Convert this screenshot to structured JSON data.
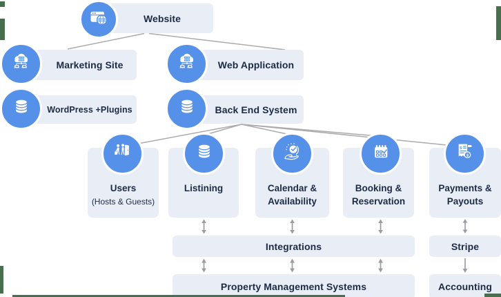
{
  "colors": {
    "circle_blue": "#5691E9",
    "box_fill": "#E9EDF5",
    "label_text": "#1B2B45",
    "connector_line": "#ABABAB",
    "arrow": "#9C9CA4",
    "edge_artifact_green": "#476F4E"
  },
  "nodes": {
    "website": {
      "label": "Website",
      "icon": "browser-globe-icon"
    },
    "marketing_site": {
      "label": "Marketing Site",
      "icon": "cloud-server-icon"
    },
    "web_application": {
      "label": "Web Application",
      "icon": "cloud-server-icon"
    },
    "wordpress_plugins": {
      "label": "WordPress +Plugins",
      "icon": "database-icon"
    },
    "back_end_system": {
      "label": "Back End System",
      "icon": "database-icon"
    },
    "users": {
      "label": "Users",
      "sublabel": "(Hosts & Guests)",
      "icon": "travelers-door-icon"
    },
    "listining": {
      "label": "Listining",
      "icon": "database-icon"
    },
    "calendar_availability": {
      "label": "Calendar & Availability",
      "icon": "hand-clock-check-icon"
    },
    "booking_reservation": {
      "label": "Booking & Reservation",
      "icon": "calendar-check-icon"
    },
    "payments_payouts": {
      "label": "Payments & Payouts",
      "icon": "receipt-dollar-icon"
    },
    "integrations": {
      "label": "Integrations"
    },
    "stripe": {
      "label": "Stripe"
    },
    "property_management_systems": {
      "label": "Property Management Systems"
    },
    "accounting": {
      "label": "Accounting"
    }
  }
}
